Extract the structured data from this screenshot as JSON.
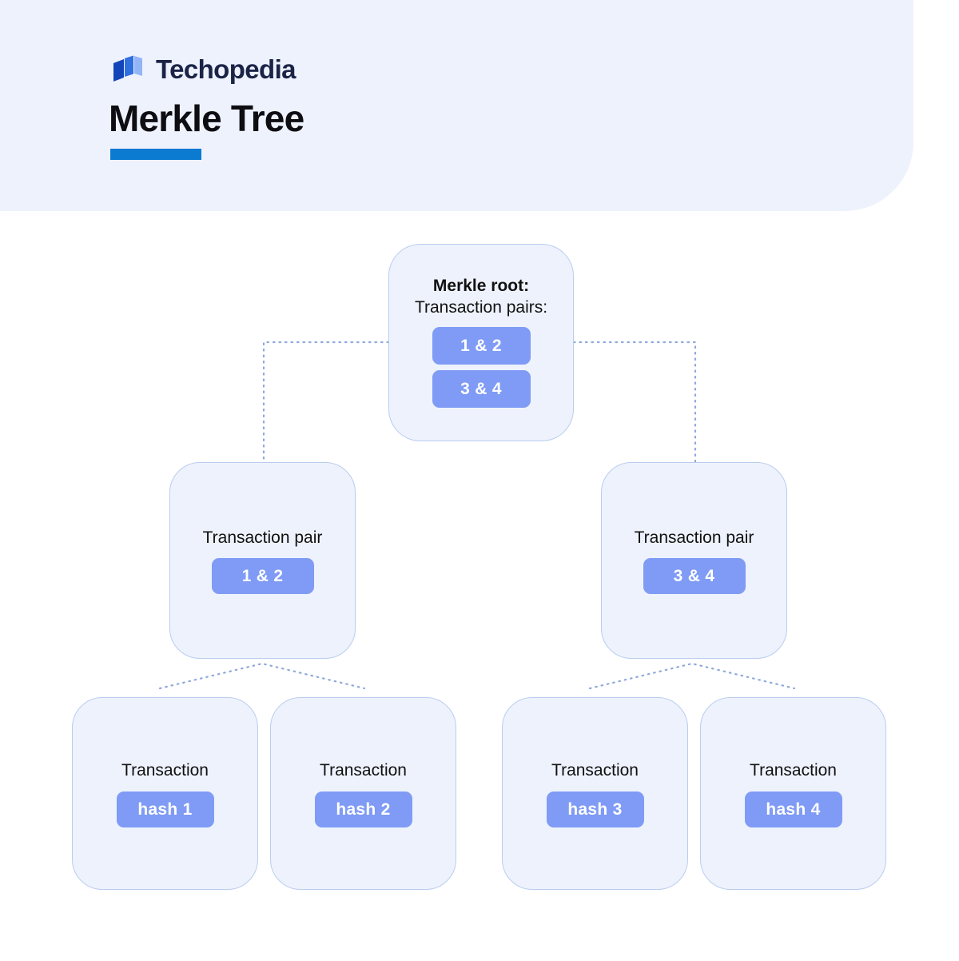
{
  "header": {
    "brand_name": "Techopedia",
    "brand_logo_icon": "techopedia-logo-icon",
    "title": "Merkle Tree",
    "accent_color": "#0b7ad1",
    "band_color": "#eef2fd"
  },
  "theme": {
    "node_fill": "#eef2fc",
    "node_border": "#b9cdf0",
    "badge_fill": "#7f9bf5",
    "badge_text": "#ffffff",
    "text_color": "#111111",
    "connector_color": "#8ea8dd"
  },
  "diagram": {
    "type": "tree",
    "root": {
      "title": "Merkle root:",
      "subtitle": "Transaction pairs:",
      "badges": [
        "1 & 2",
        "3 & 4"
      ]
    },
    "pair_nodes": [
      {
        "label": "Transaction pair",
        "badge": "1 & 2"
      },
      {
        "label": "Transaction pair",
        "badge": "3 & 4"
      }
    ],
    "leaf_nodes": [
      {
        "label": "Transaction",
        "badge": "hash 1"
      },
      {
        "label": "Transaction",
        "badge": "hash 2"
      },
      {
        "label": "Transaction",
        "badge": "hash 3"
      },
      {
        "label": "Transaction",
        "badge": "hash 4"
      }
    ]
  }
}
